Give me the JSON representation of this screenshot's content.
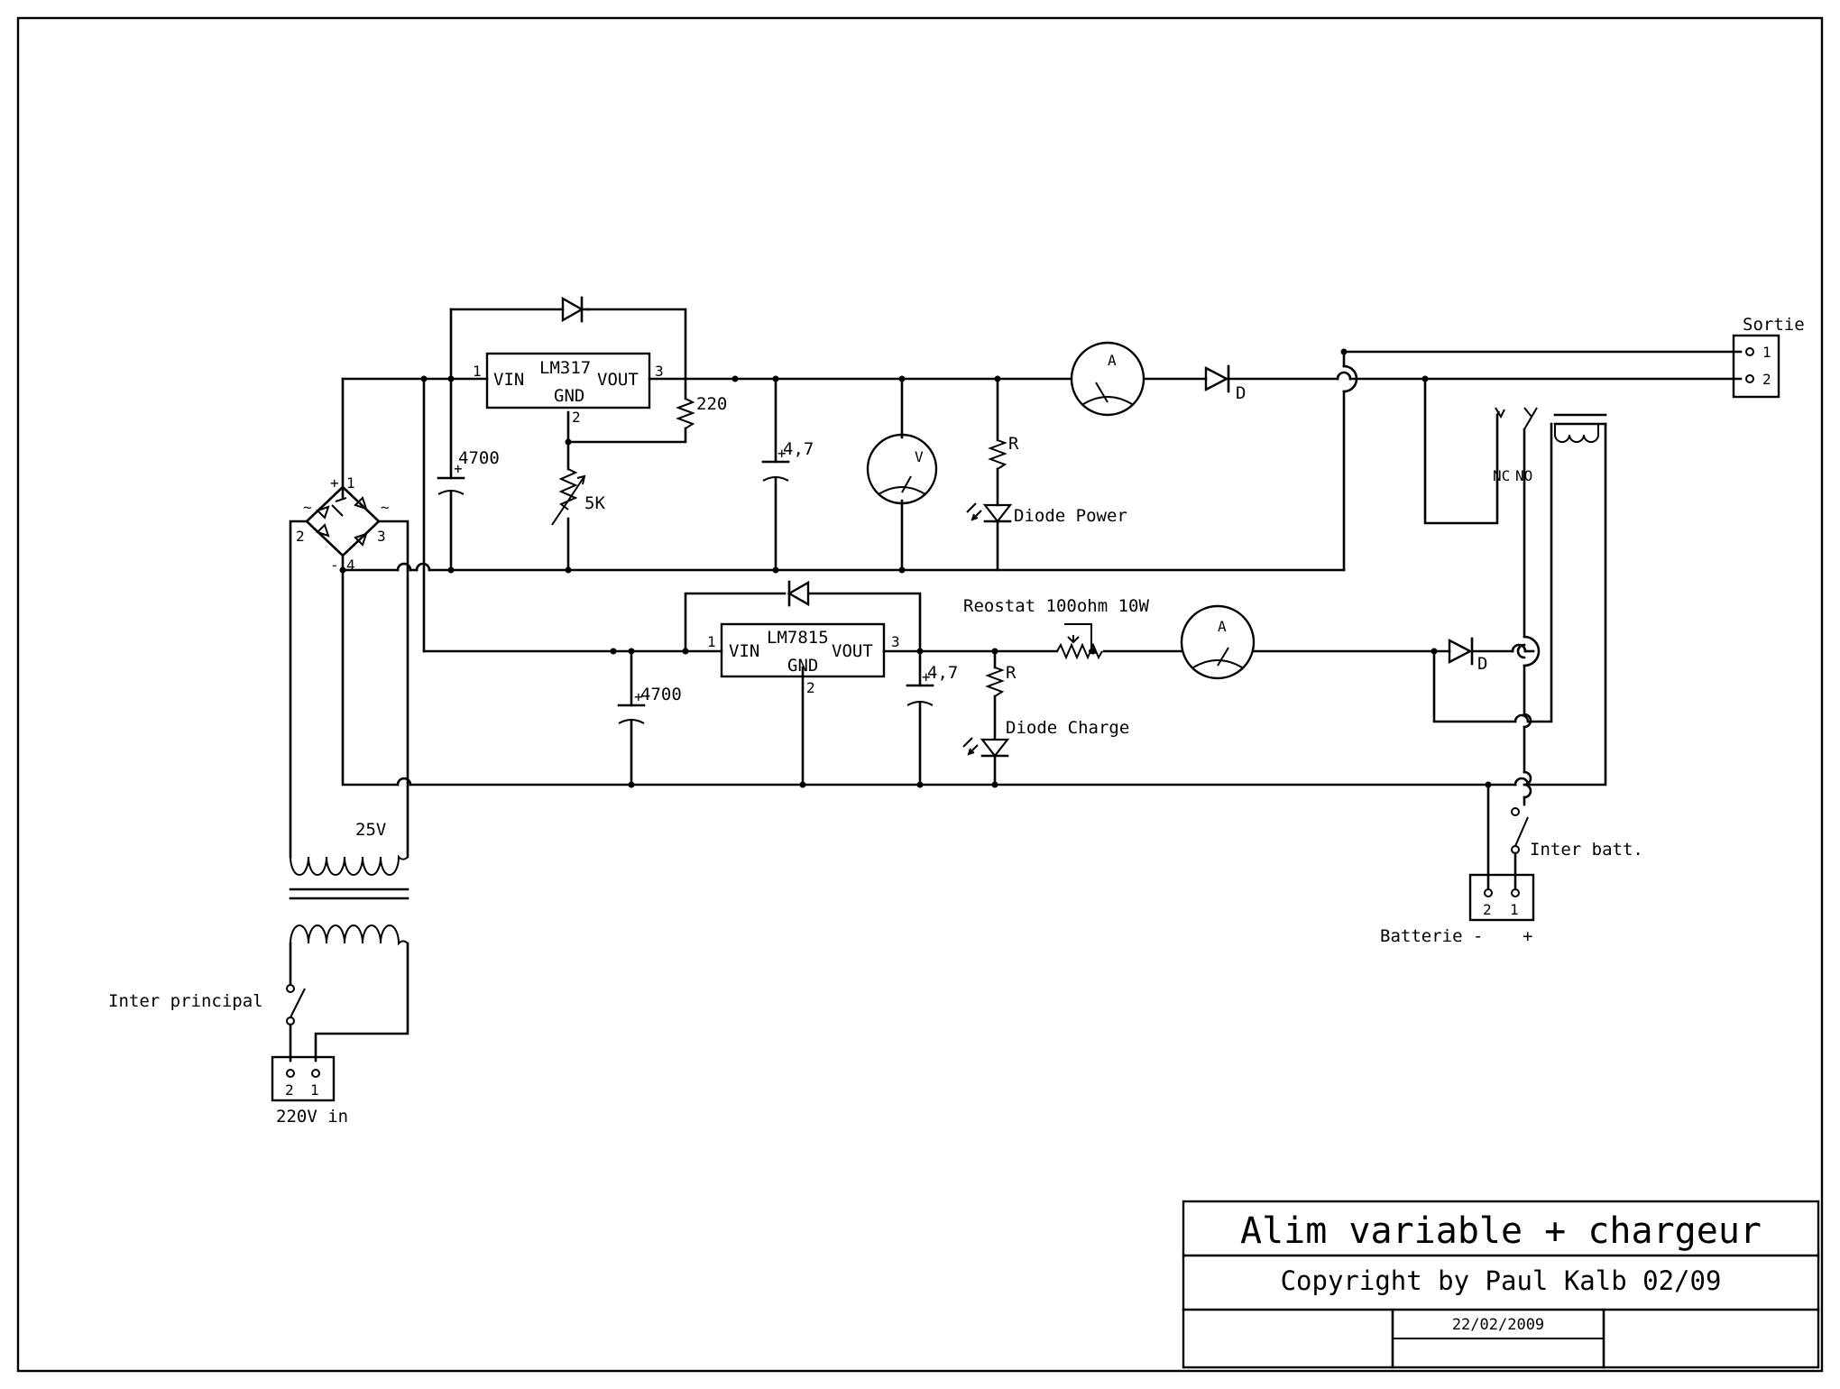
{
  "title_block": {
    "title": "Alim variable + chargeur",
    "copyright": "Copyright by Paul Kalb 02/09",
    "date": "22/02/2009"
  },
  "regulators": {
    "upper": {
      "name": "LM317",
      "vin": "VIN",
      "vout": "VOUT",
      "gnd": "GND",
      "pin1": "1",
      "pin2": "2",
      "pin3": "3"
    },
    "lower": {
      "name": "LM7815",
      "vin": "VIN",
      "vout": "VOUT",
      "gnd": "GND",
      "pin1": "1",
      "pin2": "2",
      "pin3": "3"
    }
  },
  "components": {
    "cap_upper_in": "4700",
    "cap_upper_out": "4,7",
    "resistor_220": "220",
    "pot_5k": "5K",
    "cap_lower_in": "4700",
    "cap_lower_out": "4,7",
    "resistor_r1": "R",
    "resistor_r2": "R",
    "diode_d1": "D",
    "diode_d2": "D",
    "led_power": "Diode Power",
    "led_charge": "Diode Charge",
    "reostat": "Reostat 100ohm 10W",
    "ammeter_upper": "A",
    "ammeter_lower": "A",
    "voltmeter": "V",
    "transformer_voltage": "25V",
    "relay_nc": "NC",
    "relay_no": "NO"
  },
  "bridge": {
    "plus": "+",
    "minus": "-",
    "ac1": "~",
    "ac2": "~",
    "pin1": "1",
    "pin2": "2",
    "pin3": "3",
    "pin4": "4"
  },
  "connectors": {
    "sortie": {
      "label": "Sortie",
      "pin1": "1",
      "pin2": "2"
    },
    "mains": {
      "label": "220V in",
      "pin1": "2",
      "pin2": "1"
    },
    "battery": {
      "label": "Batterie -",
      "plus": "+",
      "pin1": "2",
      "pin2": "1"
    }
  },
  "switches": {
    "main": "Inter principal",
    "battery": "Inter batt."
  }
}
